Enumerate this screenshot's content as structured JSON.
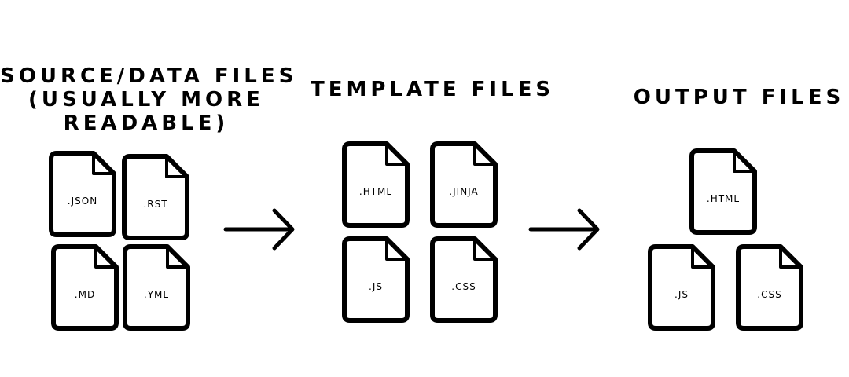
{
  "columns": {
    "source": {
      "heading": [
        "SOURCE/DATA FILES",
        "(USUALLY MORE",
        "READABLE)"
      ],
      "files": [
        ".JSON",
        ".RST",
        ".MD",
        ".YML"
      ]
    },
    "template": {
      "heading": [
        "TEMPLATE FILES"
      ],
      "files": [
        ".HTML",
        ".JINJA",
        ".JS",
        ".CSS"
      ]
    },
    "output": {
      "heading": [
        "OUTPUT FILES"
      ],
      "files": [
        ".HTML",
        ".JS",
        ".CSS"
      ]
    }
  },
  "colors": {
    "ink": "#000000",
    "background": "#ffffff"
  },
  "icons": {
    "file": "document-icon",
    "flow": "right-arrow-icon"
  }
}
